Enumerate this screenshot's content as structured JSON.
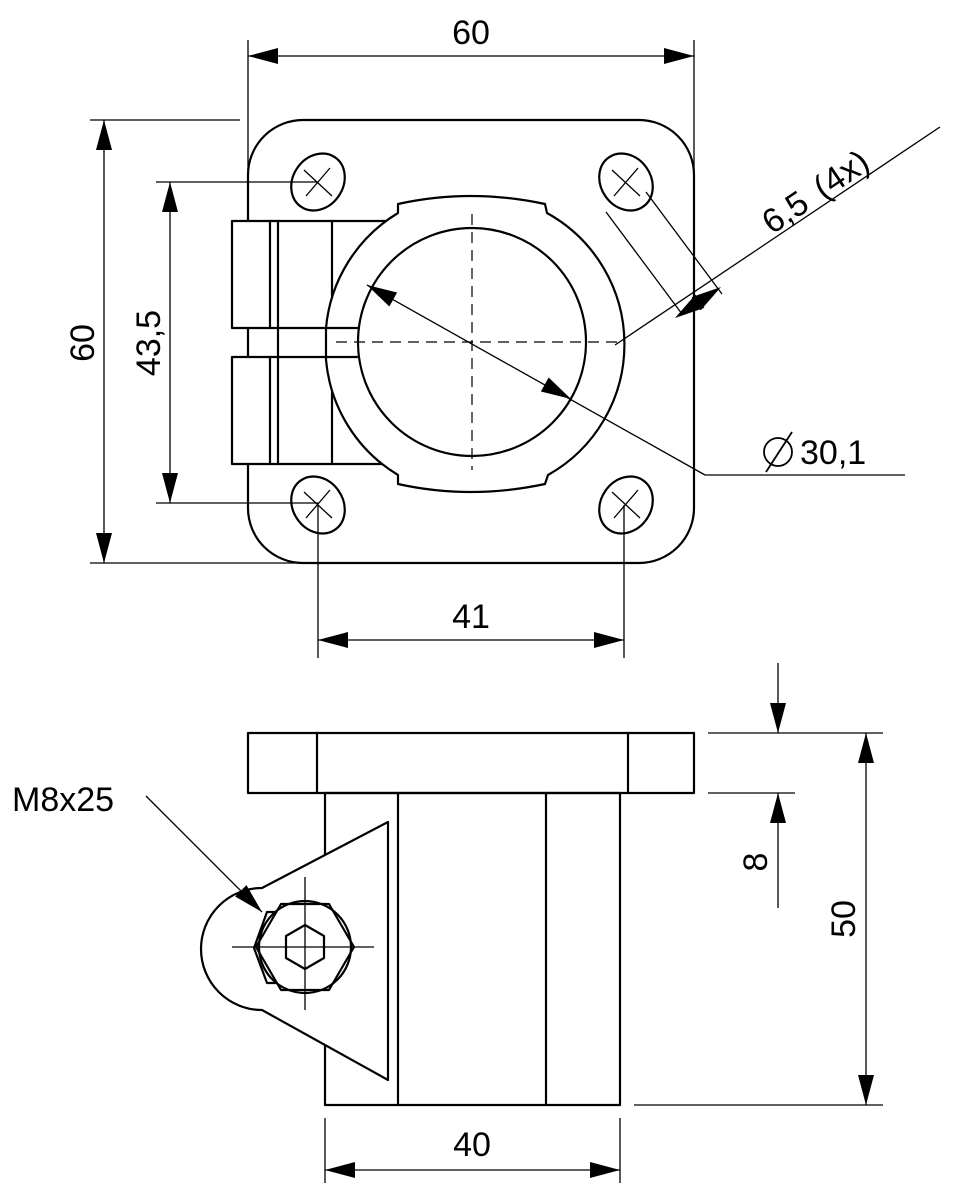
{
  "top_view": {
    "dims": {
      "overall_width": "60",
      "overall_height": "60",
      "hole_vertical_spacing": "43,5",
      "hole_horizontal_spacing": "41",
      "bore_diameter": "30,1",
      "hole_size": "6,5",
      "hole_count": "(4x)"
    }
  },
  "side_view": {
    "dims": {
      "flange_thickness": "8",
      "total_height": "50",
      "body_width": "40"
    },
    "bolt_label": "M8x25"
  }
}
